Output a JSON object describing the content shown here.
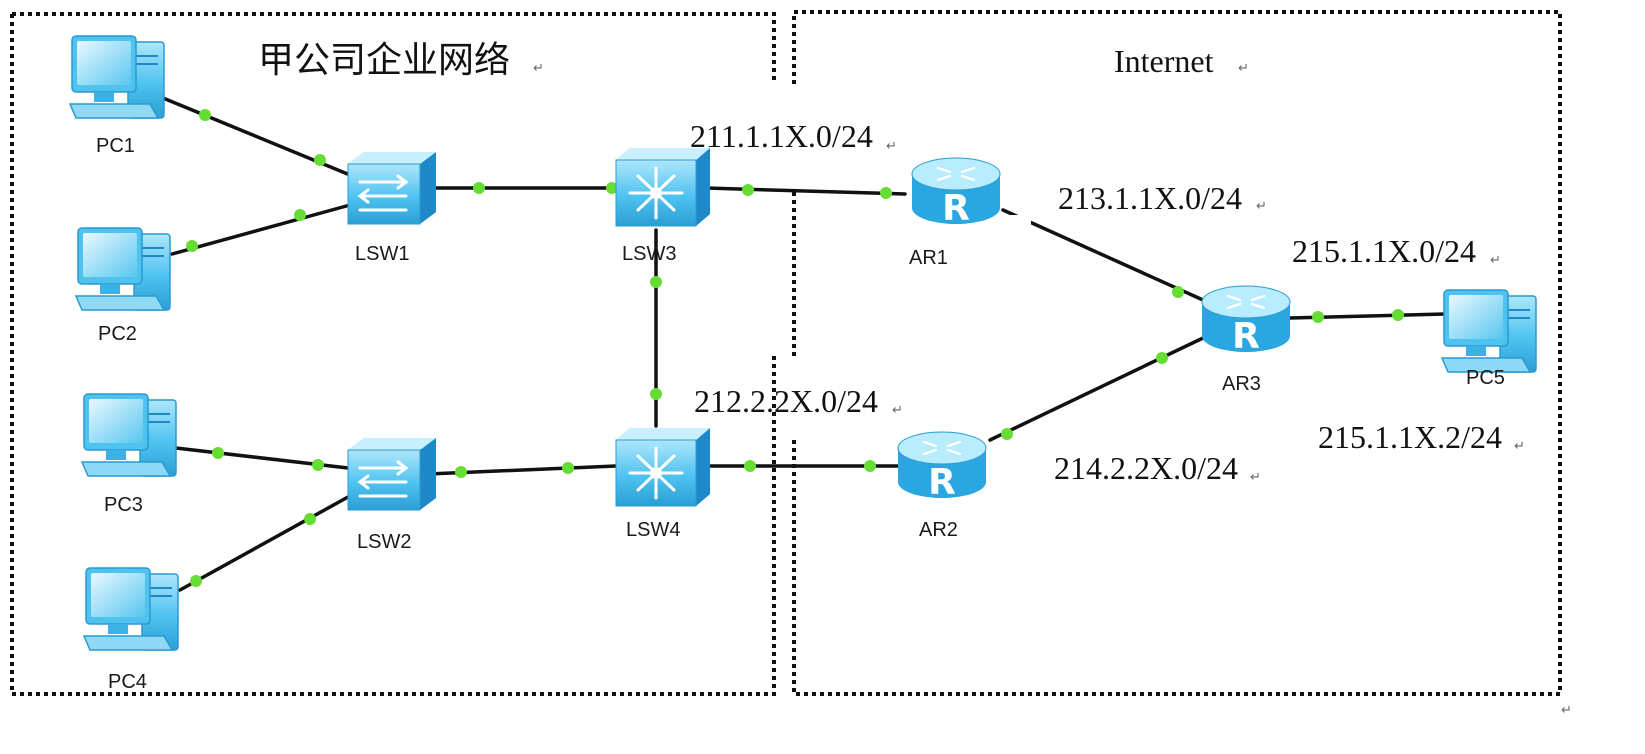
{
  "regions": {
    "company": {
      "title": "甲公司企业网络"
    },
    "internet": {
      "title": "Internet"
    }
  },
  "devices": {
    "pc1": {
      "label": "PC1",
      "type": "pc"
    },
    "pc2": {
      "label": "PC2",
      "type": "pc"
    },
    "pc3": {
      "label": "PC3",
      "type": "pc"
    },
    "pc4": {
      "label": "PC4",
      "type": "pc"
    },
    "pc5": {
      "label": "PC5",
      "type": "pc"
    },
    "lsw1": {
      "label": "LSW1",
      "type": "switch"
    },
    "lsw2": {
      "label": "LSW2",
      "type": "switch"
    },
    "lsw3": {
      "label": "LSW3",
      "type": "l3-switch"
    },
    "lsw4": {
      "label": "LSW4",
      "type": "l3-switch"
    },
    "ar1": {
      "label": "AR1",
      "type": "router"
    },
    "ar2": {
      "label": "AR2",
      "type": "router"
    },
    "ar3": {
      "label": "AR3",
      "type": "router"
    }
  },
  "links": [
    {
      "from": "pc1",
      "to": "lsw1"
    },
    {
      "from": "pc2",
      "to": "lsw1"
    },
    {
      "from": "pc3",
      "to": "lsw2"
    },
    {
      "from": "pc4",
      "to": "lsw2"
    },
    {
      "from": "lsw1",
      "to": "lsw3"
    },
    {
      "from": "lsw2",
      "to": "lsw4"
    },
    {
      "from": "lsw3",
      "to": "lsw4"
    },
    {
      "from": "lsw3",
      "to": "ar1"
    },
    {
      "from": "lsw4",
      "to": "ar2"
    },
    {
      "from": "ar1",
      "to": "ar3"
    },
    {
      "from": "ar2",
      "to": "ar3"
    },
    {
      "from": "ar3",
      "to": "pc5"
    }
  ],
  "networks": {
    "n211": "211.1.1X.0/24",
    "n212": "212.2.2X.0/24",
    "n213": "213.1.1X.0/24",
    "n214": "214.2.2X.0/24",
    "n215": "215.1.1X.0/24",
    "pc5_ip": "215.1.1X.2/24"
  },
  "colors": {
    "device_blue": "#4fc3f0",
    "device_dark": "#1e88c8",
    "link": "#111111",
    "port_dot": "#66dd33",
    "border": "#111111"
  }
}
